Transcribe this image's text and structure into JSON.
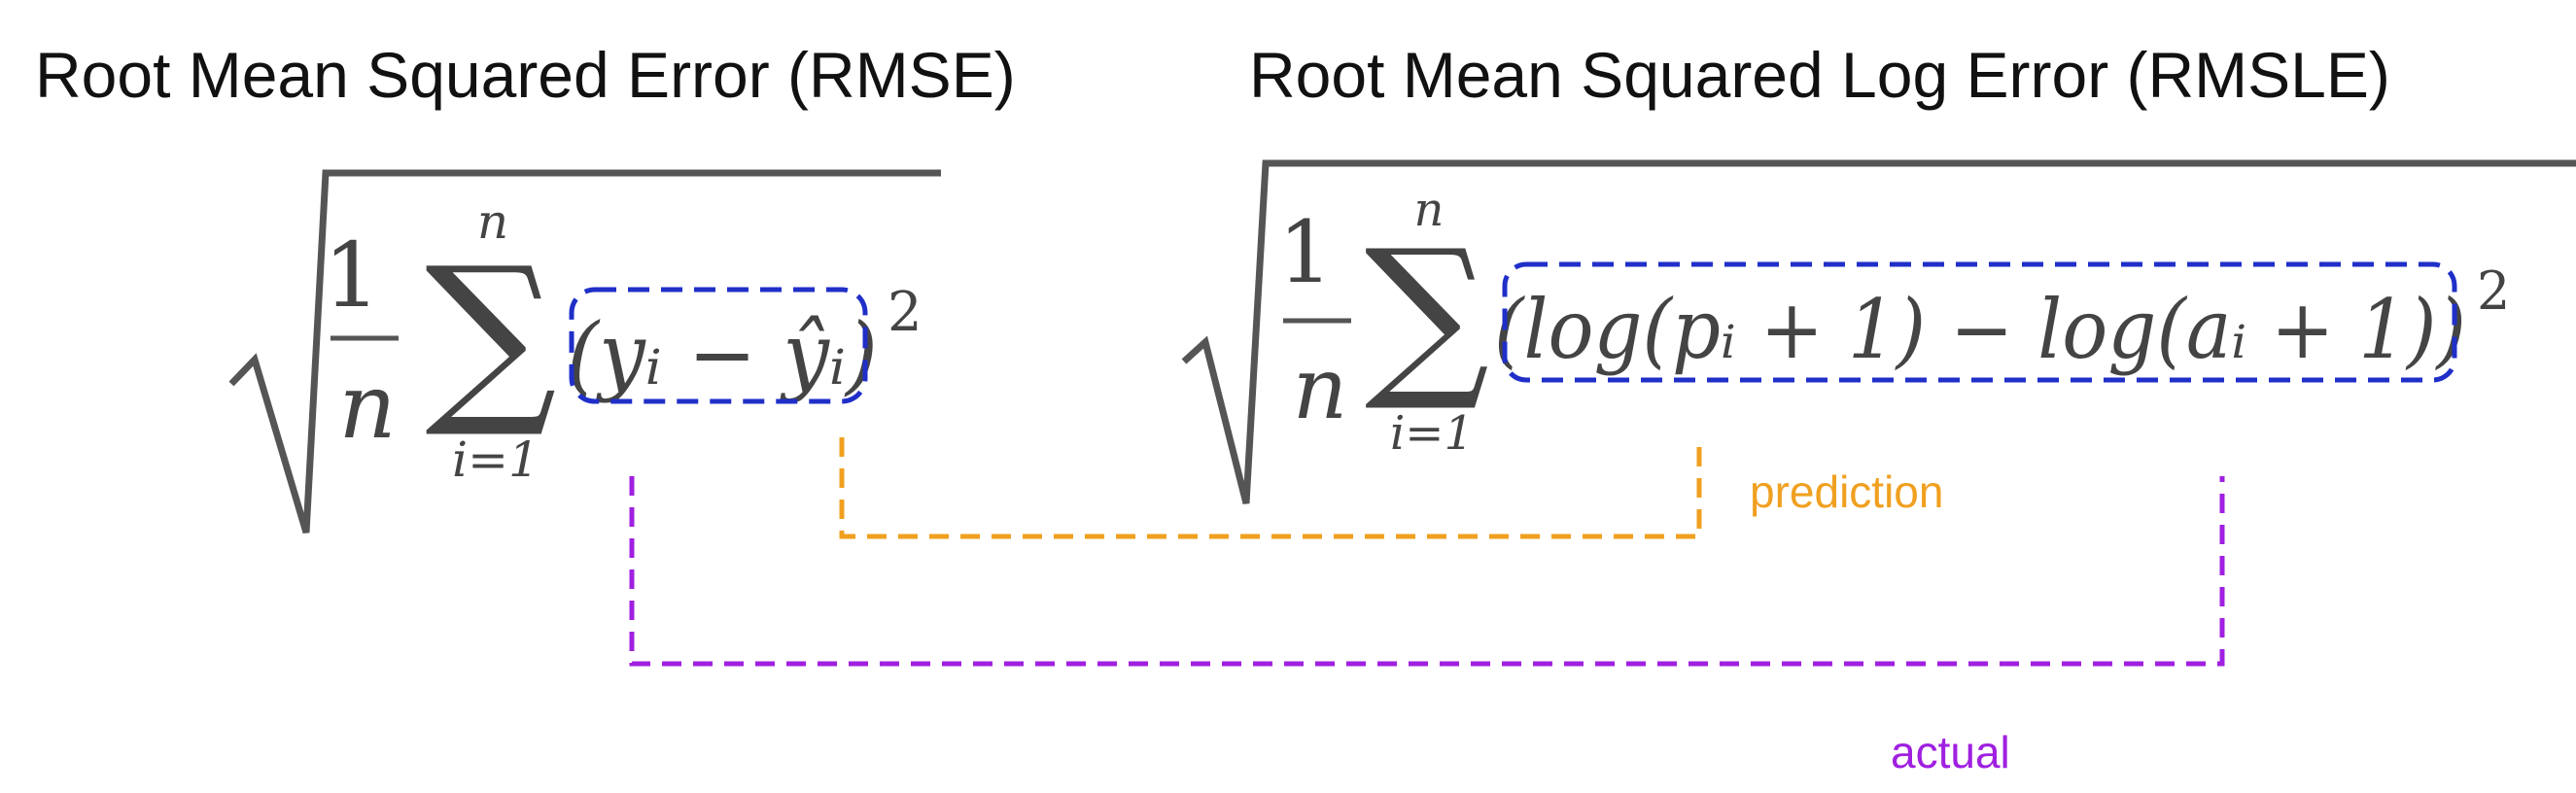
{
  "titles": {
    "rmse": "Root Mean Squared Error (RMSE)",
    "rmsle": "Root Mean Squared Log Error (RMSLE)"
  },
  "formula_rmse": {
    "frac_num": "1",
    "frac_den": "n",
    "sum_upper": "n",
    "sum_lower": "i=1",
    "term": "(yᵢ − ŷᵢ)",
    "exponent": "2"
  },
  "formula_rmsle": {
    "frac_num": "1",
    "frac_den": "n",
    "sum_upper": "n",
    "sum_lower": "i=1",
    "term": "(log(pᵢ + 1) − log(aᵢ + 1))",
    "exponent": "2"
  },
  "annotations": {
    "prediction": "prediction",
    "actual": "actual"
  },
  "colors": {
    "highlight_box": "#1f2fc8",
    "prediction_line": "#f0a020",
    "actual_line": "#a020e0",
    "formula_text": "#444444",
    "title_text": "#111111"
  }
}
